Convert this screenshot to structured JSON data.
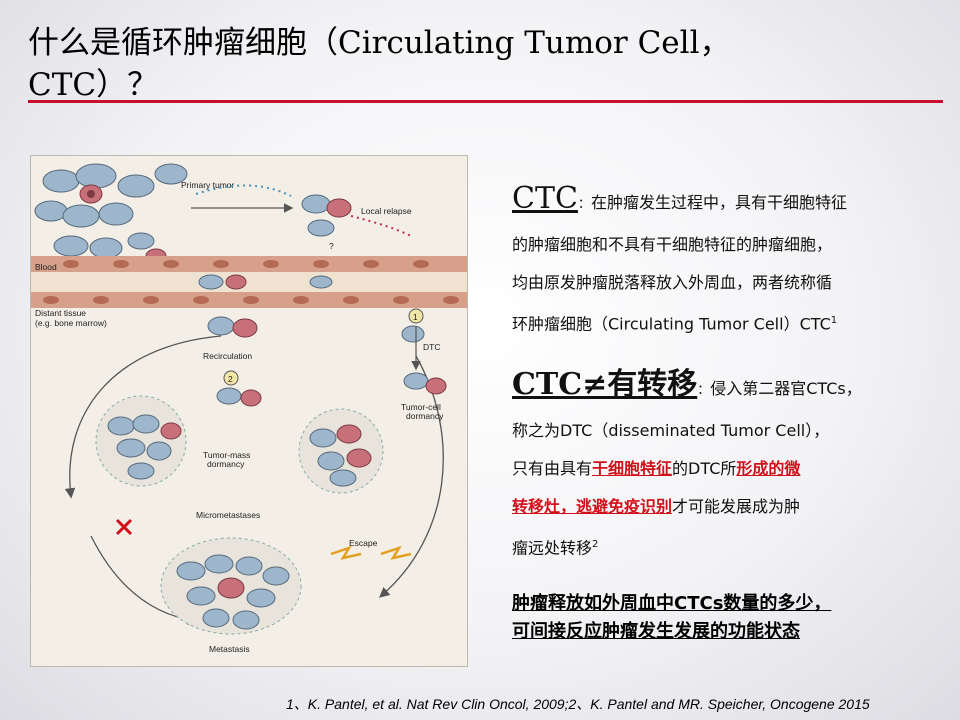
{
  "slide": {
    "title_line1": "什么是循环肿瘤细胞（Circulating Tumor Cell，",
    "title_line2": "CTC）？"
  },
  "figure": {
    "labels": {
      "primary_tumor": "Primary tumor",
      "local_relapse": "Local relapse",
      "question": "?",
      "blood": "Blood",
      "distant_tissue": "Distant tissue",
      "distant_tissue_sub": "(e.g. bone marrow)",
      "marker1": "1",
      "marker2": "2",
      "dtc": "DTC",
      "recirculation": "Recirculation",
      "tumor_cell_dormancy_1": "Tumor-cell",
      "tumor_cell_dormancy_2": "dormancy",
      "tumor_mass_dormancy_1": "Tumor-mass",
      "tumor_mass_dormancy_2": "dormancy",
      "micrometastases": "Micrometastases",
      "escape": "Escape",
      "metastasis": "Metastasis"
    }
  },
  "ctc_def": {
    "term": "CTC",
    "colon": "：",
    "lines": [
      "在肿瘤发生过程中，具有干细胞特征",
      "的肿瘤细胞和不具有干细胞特征的肿瘤细胞，",
      "均由原发肿瘤脱落释放入外周血，两者统称循",
      "环肿瘤细胞（Circulating Tumor Cell）CTC"
    ],
    "sup": "1"
  },
  "dtc_def": {
    "term": "CTC≠有转移",
    "colon": "：",
    "line1": "侵入第二器官CTCs，",
    "line2": "称之为DTC（disseminated Tumor Cell），",
    "line3_a": "只有由具有",
    "line3_red1": "干细胞特征",
    "line3_b": "的DTC所",
    "line3_red2": "形成的微",
    "line4_red": "转移灶，逃避免疫识别",
    "line4_b": "才可能发展成为肿",
    "line5": "瘤远处转移",
    "sup": "2"
  },
  "conclusion": {
    "line1": "肿瘤释放如外周血中CTCs数量的多少，",
    "line2": "可间接反应肿瘤发生发展的功能状态"
  },
  "reference": "1、K. Pantel, et al. Nat Rev Clin Oncol, 2009;2、K. Pantel and MR. Speicher, Oncogene 2015",
  "colors": {
    "accent_red": "#c8102e",
    "highlight_red": "#d0101a",
    "cell_blue": "#9db6cc",
    "tumor_pink": "#c7707a",
    "vessel": "#c9826e"
  }
}
